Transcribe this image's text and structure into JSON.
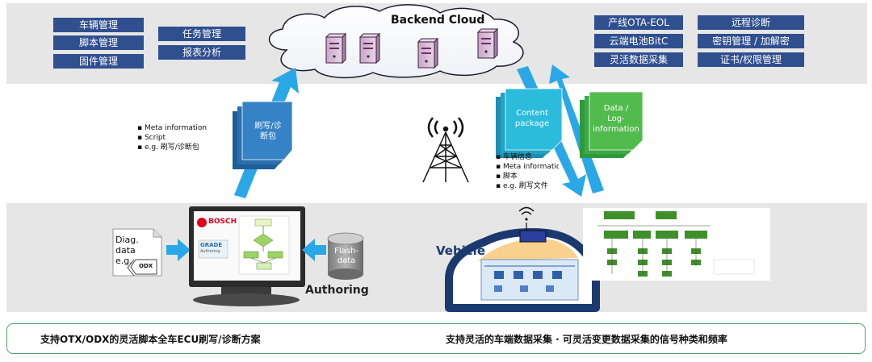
{
  "cloud_title": "Backend Cloud",
  "left_boxes": [
    "车辆管理",
    "脚本管理",
    "固件管理",
    "任务管理",
    "报表分析"
  ],
  "right_boxes": [
    "产线OTA-EOL",
    "云端电池BitC",
    "灵活数据采集",
    "远程诊断",
    "密钥管理 / 加解密",
    "证书/权限管理"
  ],
  "left_package": {
    "label_lines": [
      "刷写/诊",
      "断包"
    ],
    "bullets": [
      "Meta information",
      "Script",
      "e.g. 刷写/诊断包"
    ]
  },
  "content_package": {
    "label_lines": [
      "Content",
      "package"
    ],
    "bullets": [
      "车辆信息",
      "Meta information",
      "脚本",
      "e.g. 刷写文件"
    ]
  },
  "data_package": {
    "label_lines": [
      "Data /",
      "Log-",
      "information"
    ]
  },
  "diag_data": {
    "lines": [
      "Diag.",
      "data",
      "e.g."
    ],
    "file_label": "ODX"
  },
  "monitor": {
    "brand": "BOSCH",
    "product": "GRADE",
    "product_sub": "Authoring"
  },
  "flash_data": {
    "lines": [
      "Flash-",
      "data"
    ]
  },
  "authoring_label": "Authoring",
  "vehicle_label": "Vehicle",
  "bottom": {
    "left": "支持OTX/ODX的灵活脚本全车ECU刷写/诊断方案",
    "right": "支持灵活的车端数据采集 · 可灵活变更数据采集的信号种类和频率"
  },
  "colors": {
    "band": "#e6e6e6",
    "box": "#2f4f8f",
    "arrow": "#2aa7e6",
    "pkg_blue": "#2f7fc0",
    "pkg_teal": "#29b6d6",
    "pkg_green": "#4cb649",
    "border": "#4aa46a"
  }
}
